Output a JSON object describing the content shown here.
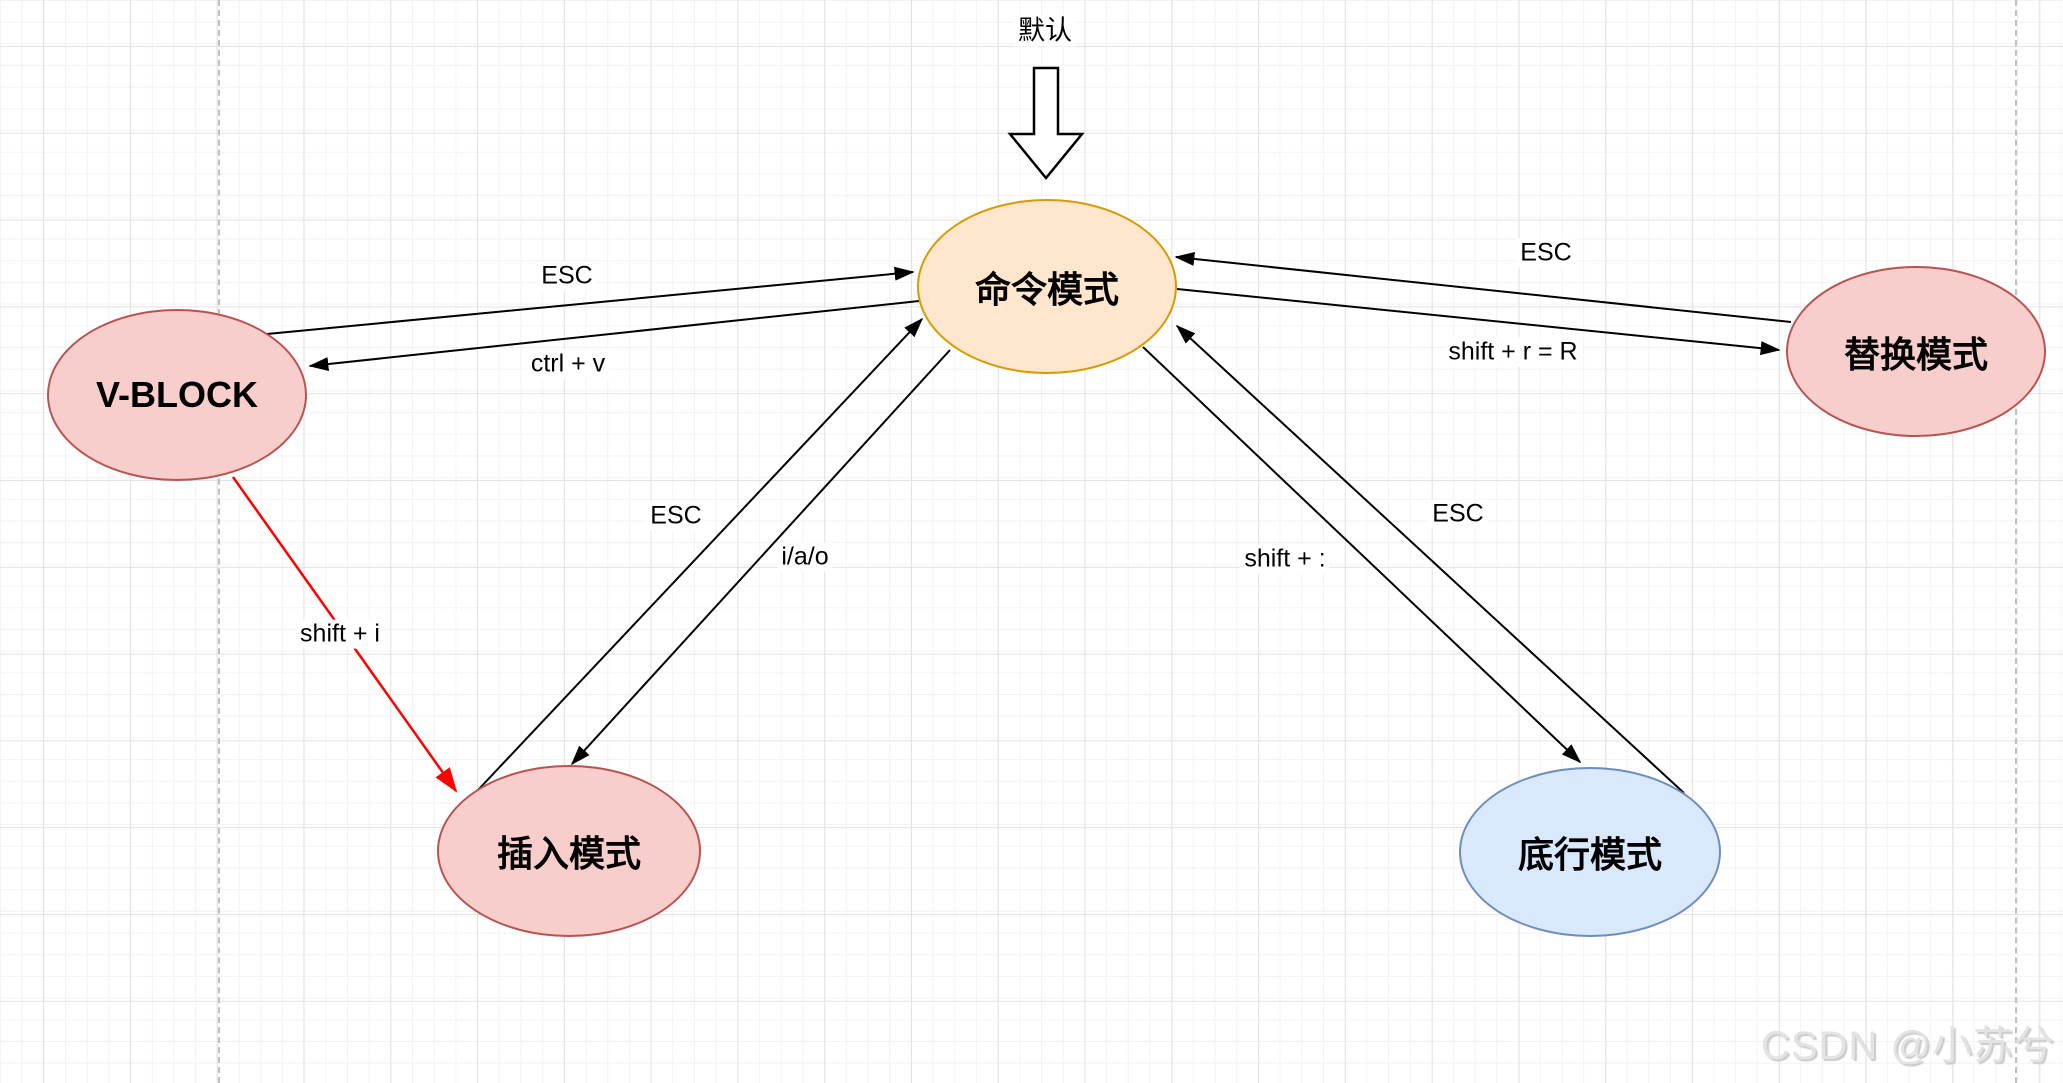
{
  "diagram": {
    "title_entry_label": "默认",
    "nodes": {
      "command": {
        "label": "命令模式",
        "fill": "#FFE6CC",
        "stroke": "#D79B00"
      },
      "vblock": {
        "label": "V-BLOCK",
        "fill": "#F8CECC",
        "stroke": "#B85450"
      },
      "replace": {
        "label": "替换模式",
        "fill": "#F8CECC",
        "stroke": "#B85450"
      },
      "insert": {
        "label": "插入模式",
        "fill": "#F8CECC",
        "stroke": "#B85450"
      },
      "bottomline": {
        "label": "底行模式",
        "fill": "#DAE8FC",
        "stroke": "#6C8EBF"
      }
    },
    "edges": {
      "vblock_to_command": {
        "label": "ESC",
        "color": "#000000"
      },
      "command_to_vblock": {
        "label": "ctrl + v",
        "color": "#000000"
      },
      "replace_to_command": {
        "label": "ESC",
        "color": "#000000"
      },
      "command_to_replace": {
        "label": "shift + r = R",
        "color": "#000000"
      },
      "insert_to_command": {
        "label": "ESC",
        "color": "#000000"
      },
      "command_to_insert": {
        "label": "i/a/o",
        "color": "#000000"
      },
      "command_to_bottomline": {
        "label": "shift + :",
        "color": "#000000"
      },
      "bottomline_to_command": {
        "label": "ESC",
        "color": "#000000"
      },
      "vblock_to_insert": {
        "label": "shift + i",
        "color": "#FF0000"
      }
    }
  },
  "watermark": {
    "text": "CSDN @小苏兮"
  }
}
